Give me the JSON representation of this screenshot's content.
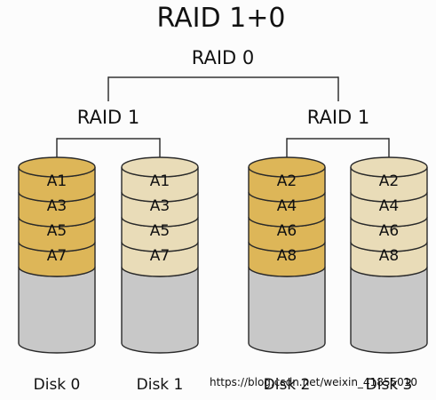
{
  "title": "RAID 1+0",
  "top_label": "RAID 0",
  "mirrors": [
    {
      "label": "RAID 1"
    },
    {
      "label": "RAID 1"
    }
  ],
  "colors": {
    "dark_block": "#DDB658",
    "light_block": "#E9DCB8",
    "empty_body": "#C8C8C8",
    "empty_top": "#D7D7D7",
    "outline": "#2A2A2A",
    "line": "#333333",
    "background": "#FCFCFC"
  },
  "disks": [
    {
      "name": "Disk 0",
      "shade": "dark",
      "blocks": [
        "A1",
        "A3",
        "A5",
        "A7"
      ]
    },
    {
      "name": "Disk 1",
      "shade": "light",
      "blocks": [
        "A1",
        "A3",
        "A5",
        "A7"
      ]
    },
    {
      "name": "Disk 2",
      "shade": "dark",
      "blocks": [
        "A2",
        "A4",
        "A6",
        "A8"
      ]
    },
    {
      "name": "Disk 3",
      "shade": "light",
      "blocks": [
        "A2",
        "A4",
        "A6",
        "A8"
      ]
    }
  ],
  "watermark": "https://blog.csdn.net/weixin_41855010"
}
